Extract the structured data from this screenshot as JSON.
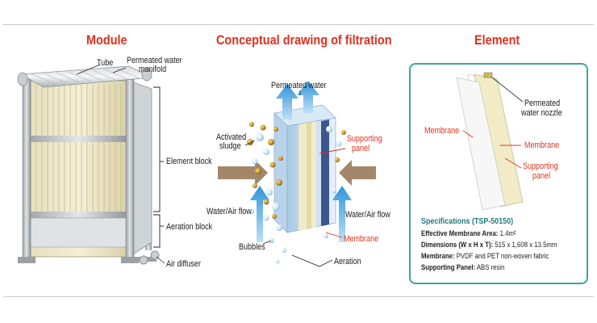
{
  "titles": {
    "module": "Module",
    "filtration": "Conceptual drawing of filtration",
    "element": "Element"
  },
  "module_labels": {
    "tube": "Tube",
    "manifold_line1": "Permeated water",
    "manifold_line2": "manifold",
    "element_block": "Element block",
    "aeration_block": "Aeration block",
    "air_diffuser": "Air diffuser"
  },
  "filtration_labels": {
    "permeated_water": "Permeated water",
    "activated_line1": "Activated",
    "activated_line2": "sludge",
    "supporting_line1": "Supporting",
    "supporting_line2": "panel",
    "flow_left": "Water/Air flow",
    "flow_right": "Water/Air flow",
    "bubbles": "Bubbles",
    "membrane": "Membrane",
    "aeration": "Aeration"
  },
  "element_labels": {
    "nozzle_line1": "Permeated",
    "nozzle_line2": "water nozzle",
    "membrane_left": "Membrane",
    "membrane_right": "Membrane",
    "supporting_line1": "Supporting",
    "supporting_line2": "panel"
  },
  "specifications": {
    "title": "Specifications (TSP-50150)",
    "rows": [
      {
        "label": "Effective Membrane Area:",
        "value": "1.4m²"
      },
      {
        "label": "Dimensions (W x H x T):",
        "value": "515 x 1,608 x 13.5mm"
      },
      {
        "label": "Membrane:",
        "value": "PVDF and PET non-woven fabric"
      },
      {
        "label": "Supporting Panel:",
        "value": "ABS resin"
      }
    ]
  },
  "colors": {
    "title_red": "#e0301e",
    "spec_teal": "#1f7a7a",
    "box_border": "#3aa59a",
    "arrow_blue": "#3aa0e0",
    "arrow_brown": "#9a7a5a",
    "membrane_cream": "#f1ecc6"
  }
}
